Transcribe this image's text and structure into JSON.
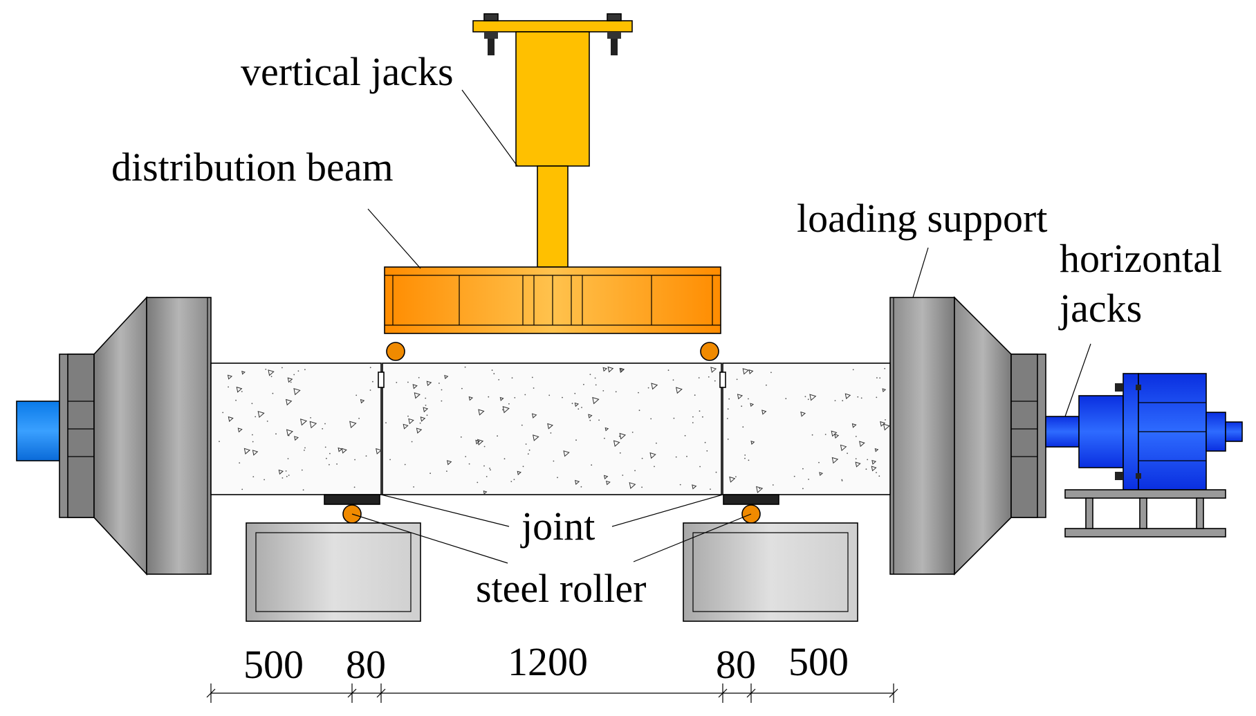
{
  "labels": {
    "vertical_jacks": "vertical jacks",
    "distribution_beam": "distribution beam",
    "loading_support": "loading support",
    "horizontal_jacks_line1": "horizontal",
    "horizontal_jacks_line2": "jacks",
    "joint": "joint",
    "steel_roller": "steel roller"
  },
  "dimensions": [
    "500",
    "80",
    "1200",
    "80",
    "500"
  ],
  "colors": {
    "jack_yellow": "#FFC000",
    "beam_orange": "#FF9900",
    "roller_orange": "#F08A00",
    "steel_gray": "#8C8C8C",
    "hydraulic_blue": "#1A4FFF",
    "concrete": "#FAFAFA",
    "base_block": "#D0D0D0"
  }
}
